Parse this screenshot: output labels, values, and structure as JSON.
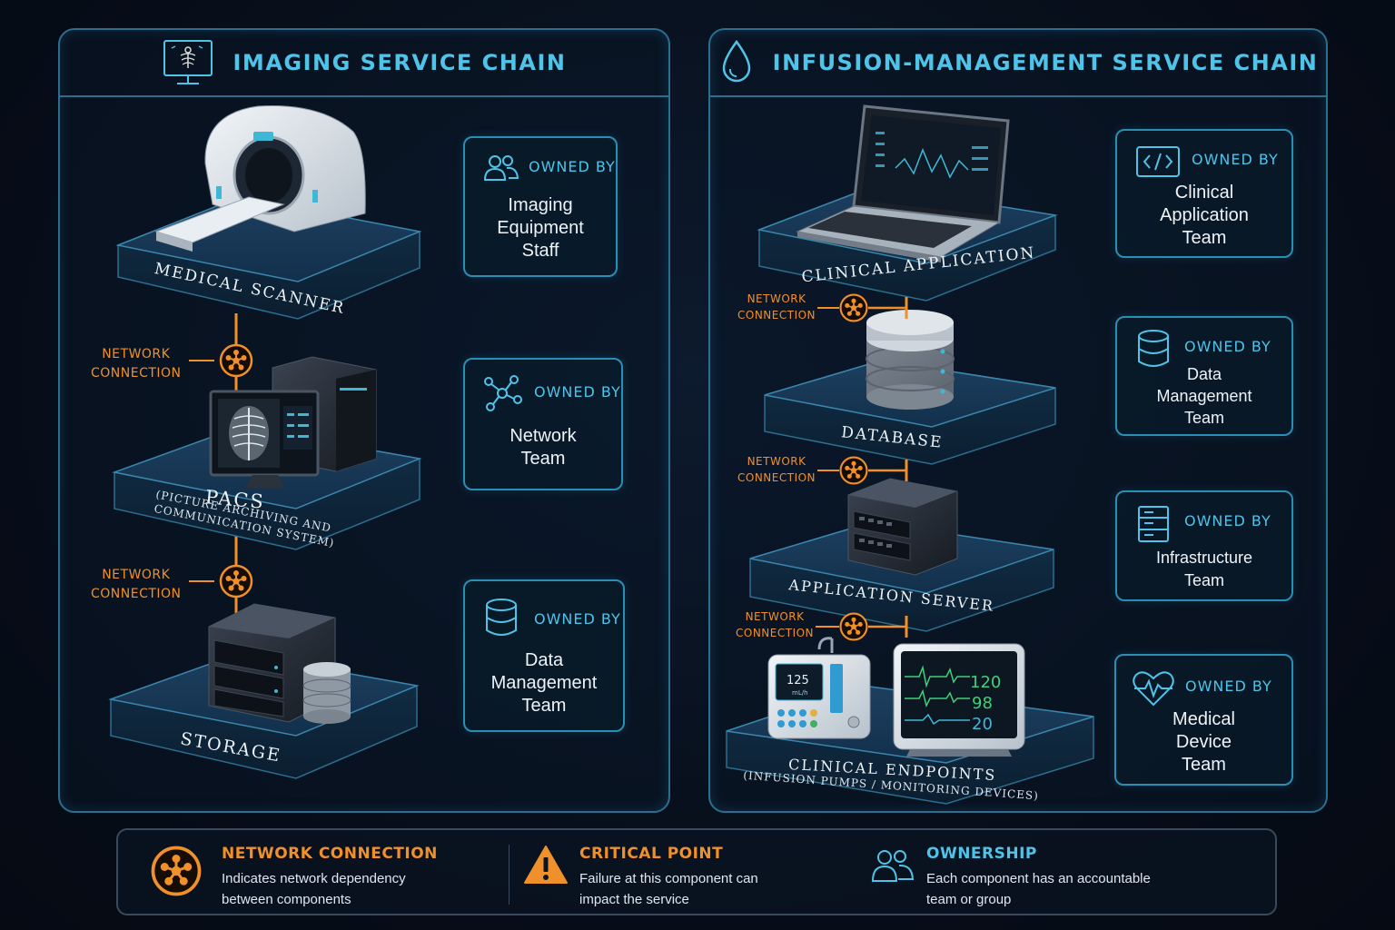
{
  "imaging": {
    "title": "IMAGING SERVICE CHAIN",
    "scanner_label": "MEDICAL SCANNER",
    "pacs_label": "PACS",
    "pacs_sub1": "(PICTURE ARCHIVING AND",
    "pacs_sub2": "COMMUNICATION SYSTEM)",
    "storage_label": "STORAGE",
    "net1_a": "NETWORK",
    "net1_b": "CONNECTION",
    "net2_a": "NETWORK",
    "net2_b": "CONNECTION",
    "owners": [
      {
        "tag": "OWNED BY",
        "l1": "Imaging",
        "l2": "Equipment",
        "l3": "Staff",
        "icon": "users-icon"
      },
      {
        "tag": "OWNED BY",
        "l1": "Network",
        "l2": "Team",
        "icon": "network-icon"
      },
      {
        "tag": "OWNED BY",
        "l1": "Data",
        "l2": "Management",
        "l3": "Team",
        "icon": "database-icon"
      }
    ]
  },
  "infusion": {
    "title": "INFUSION-MANAGEMENT SERVICE CHAIN",
    "app_label": "CLINICAL APPLICATION",
    "db_label": "DATABASE",
    "server_label": "APPLICATION SERVER",
    "endpoints_label": "CLINICAL ENDPOINTS",
    "endpoints_sub": "(INFUSION PUMPS / MONITORING DEVICES)",
    "net_a": "NETWORK",
    "net_b": "CONNECTION",
    "pump_value": "125",
    "pump_unit": "mL/h",
    "monitor_values": [
      "120",
      "98",
      "20"
    ],
    "owners": [
      {
        "tag": "OWNED BY",
        "l1": "Clinical",
        "l2": "Application",
        "l3": "Team",
        "icon": "code-icon"
      },
      {
        "tag": "OWNED BY",
        "l1": "Data",
        "l2": "Management",
        "l3": "Team",
        "icon": "database-icon"
      },
      {
        "tag": "OWNED BY",
        "l1": "Infrastructure",
        "l2": "Team",
        "icon": "server-icon"
      },
      {
        "tag": "OWNED BY",
        "l1": "Medical",
        "l2": "Device",
        "l3": "Team",
        "icon": "heart-pulse-icon"
      }
    ]
  },
  "legend": {
    "network": {
      "title": "NETWORK CONNECTION",
      "d1": "Indicates network dependency",
      "d2": "between components"
    },
    "critical": {
      "title": "CRITICAL POINT",
      "d1": "Failure at this component can",
      "d2": "impact the service"
    },
    "ownership": {
      "title": "OWNERSHIP",
      "d1": "Each component has an accountable",
      "d2": "team or group"
    }
  },
  "colors": {
    "accent": "#4fc3e8",
    "network": "#f0902a",
    "border": "#2c6e8f"
  }
}
